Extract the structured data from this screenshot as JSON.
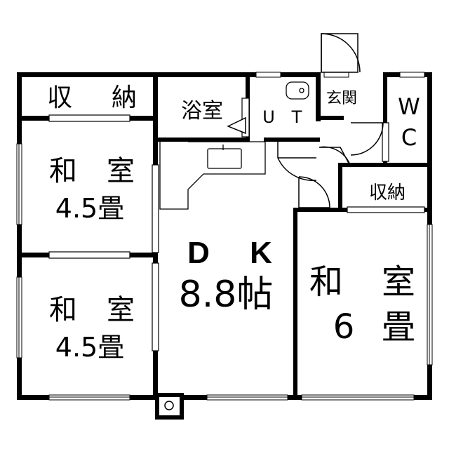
{
  "rooms": {
    "storage_top_left": {
      "chars": [
        "収",
        "納"
      ]
    },
    "bath": {
      "label": "浴室"
    },
    "ut": {
      "chars": [
        "U",
        "T"
      ]
    },
    "genkan": {
      "label": "玄関"
    },
    "wc": {
      "lines": [
        "W",
        "C"
      ]
    },
    "storage_right": {
      "label": "収納"
    },
    "washitsu_upper": {
      "chars": [
        "和",
        "室"
      ],
      "size": "4.5畳"
    },
    "washitsu_lower": {
      "chars": [
        "和",
        "室"
      ],
      "size": "4.5畳"
    },
    "dk": {
      "chars": [
        "D",
        "K"
      ],
      "size": "8.8帖"
    },
    "washitsu_right": {
      "chars": [
        "和",
        "室"
      ],
      "size_chars": [
        "6",
        "畳"
      ]
    }
  },
  "colors": {
    "wall": "#000000",
    "background": "#ffffff",
    "line": "#000000"
  }
}
